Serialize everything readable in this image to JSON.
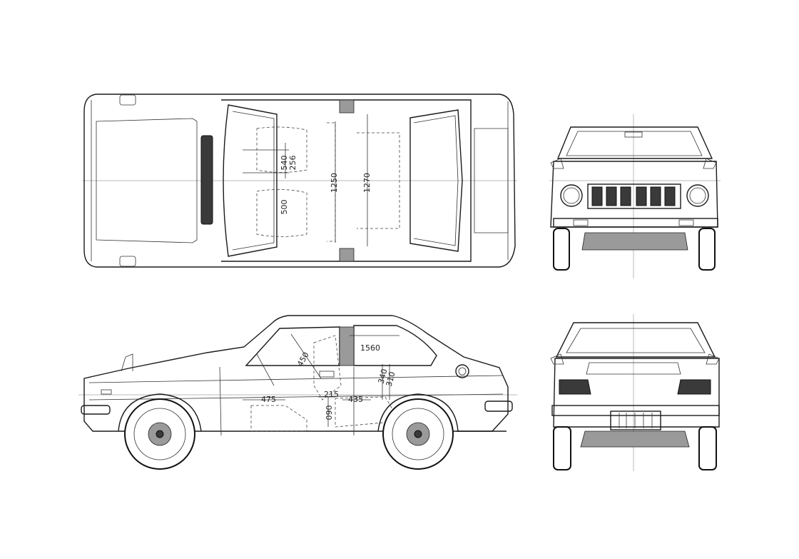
{
  "dimensions": {
    "top_view": {
      "d540": "540",
      "d256": "256",
      "d500": "500",
      "d1250": "1250",
      "d1270": "1270"
    },
    "side_view": {
      "d1560": "1560",
      "d450": "450",
      "d340": "340",
      "d310": "310",
      "d475": "475",
      "d215": "215",
      "d435": "435",
      "d090": "090"
    }
  }
}
